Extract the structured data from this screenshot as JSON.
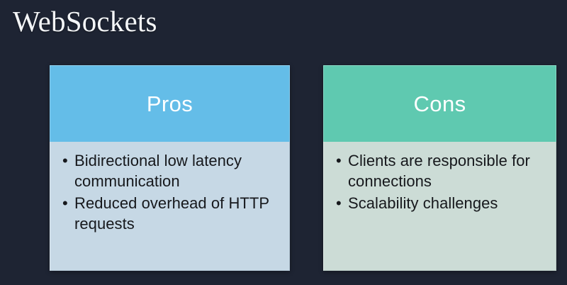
{
  "slide": {
    "title": "WebSockets",
    "background_color": "#1e2433",
    "title_color": "#f4f6f8"
  },
  "cards": [
    {
      "key": "pros",
      "header_label": "Pros",
      "header_color": "#64bde8",
      "body_color": "#c6d8e5",
      "bullet_glyph": "•",
      "bullets": [
        "Bidirectional low latency communication",
        "Reduced overhead of HTTP requests"
      ]
    },
    {
      "key": "cons",
      "header_label": "Cons",
      "header_color": "#5fc9b0",
      "body_color": "#ccdcd6",
      "bullet_glyph": "•",
      "bullets": [
        "Clients are responsible for connections",
        "Scalability challenges"
      ]
    }
  ]
}
